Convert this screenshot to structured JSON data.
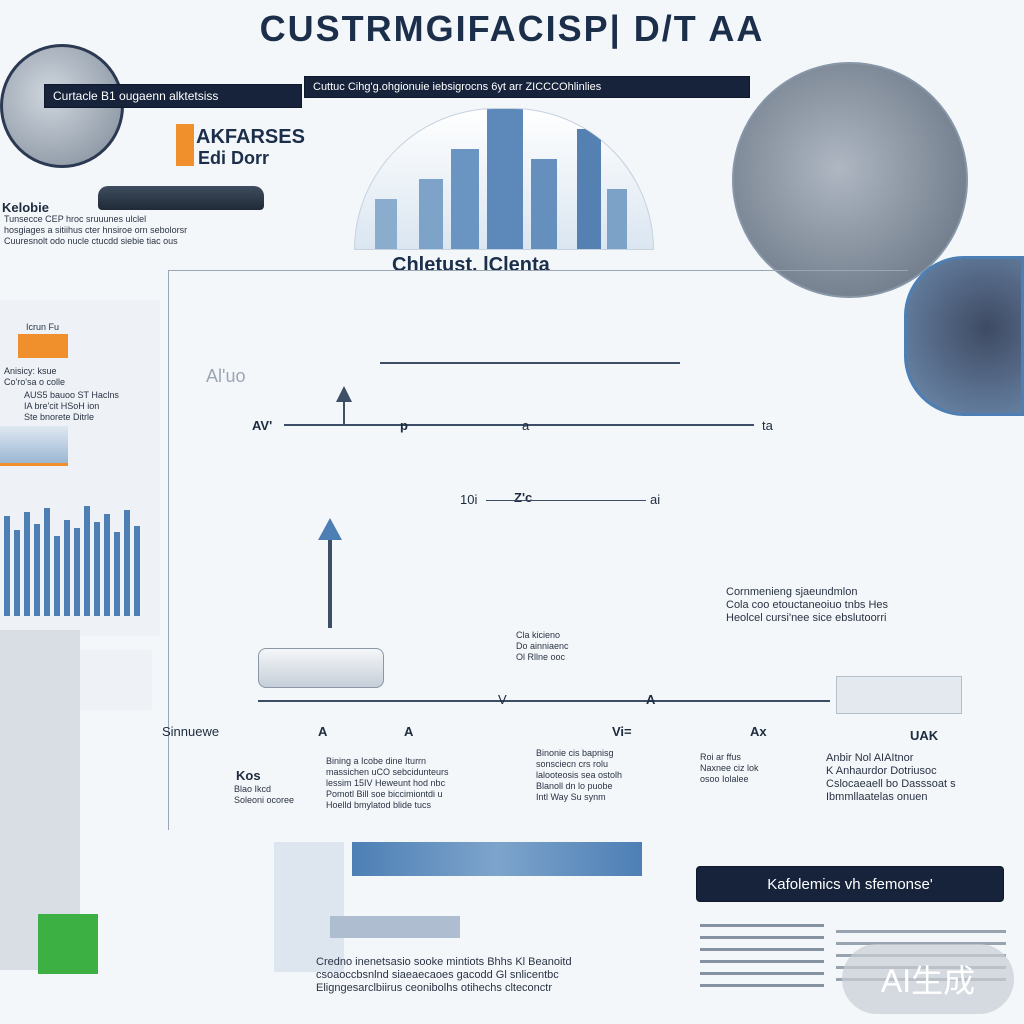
{
  "header": {
    "title": "CUSTRMGIFACISP| D/T AA"
  },
  "banners": {
    "left": "Curtacle  B1 ougaenn alktetsiss",
    "center": "Cuttuc Cihg'g.ohgionuie iebsigrocns 6yt arr ZICCCOhlinlies"
  },
  "left_block": {
    "heading_line1": "AKFARSES",
    "heading_line2": "Edi Dorr",
    "label": "Kelobie",
    "caption": "Tunsecce  CEP  hroc  sruuunes  ulclel\nhosgiages  a  sitiihus  cter  hnsiroe  orn  sebolorsr\nCuuresnolt  odo  nucle  ctucdd  siebie  tiac  ous"
  },
  "center_image": {
    "caption": "Chletust. lClenta"
  },
  "left_column": {
    "item1_title": "Icrun  Fu",
    "item1_text": "Anisicy:  ksue\nCo'ro'sa  o  colle",
    "item2_text": "AUS5  bauoo  ST  Haclns\nIA  bre'cit  HSoH  ion\nSte  bnorete  Ditrle"
  },
  "diagram": {
    "row1_label_left": "Al'uo",
    "axis_left": "AV'",
    "axis_p": "p",
    "axis_a": "a",
    "axis_right": "ta",
    "mid_left": "10i",
    "mid_center": "Z'c",
    "mid_right": "ai",
    "right_caption": "Cornmenieng  sjaeundmlon\nCola  coo  etouctaneoiuo  tnbs  Hes\nHeolcel  cursi'nee  sice  ebslutoorri",
    "center_caption": "Cla  kicieno\nDo  ainniaenc\nOl  Rllne  ooc",
    "flow_labels": [
      "Sinnuewe",
      "A",
      "A",
      "V",
      "A",
      "Vi=",
      "Ax",
      "UAK"
    ],
    "cap_a_title": "Kos",
    "cap_a": "Blao  Ikcd\nSoleoni  ocoree",
    "cap_b": "Bining  a  Icobe  dine  Iturrn\nmassichen  uCO  sebcidunteurs\nlessim  15IV  Heweunt  hod  nbc\nPomotl  Bill  soe  biccimiontdi  u\nHoelld  bmylatod  blide  tucs",
    "cap_c": "Binonie  cis  bapnisg\nsonsciecn  crs  rolu\nlalooteosis  sea  ostolh\nBlanoll  dn  lo  puobe\nIntl  Way  Su  synm",
    "cap_d": "Roi  ar  ffus\nNaxnee  ciz  lok\nosoo  Iolalee",
    "cap_e": "Anbir  Nol  AIAItnor\nK  Anhaurdor  Dotriusoc\nCslocaeaell  bo  Dasssoat  s\nIbmmllaatelas  onuen"
  },
  "bottom": {
    "label": "Kafolemics   vh  sfemonse'",
    "text": "Credno  inenetsasio  sooke  mintiots  Bhhs  Kl  Beanoitd\ncsoaoccbsnlnd  siaeaecaoes  gacodd  Gl  snlicentbc\nEligngesarclbiirus  ceonibolhs  otihechs  clteconctr"
  },
  "watermark": "AI生成",
  "colors": {
    "accent_navy": "#16233b",
    "accent_blue": "#4d7fb5",
    "accent_orange": "#f0902c",
    "accent_green": "#3cb043"
  }
}
